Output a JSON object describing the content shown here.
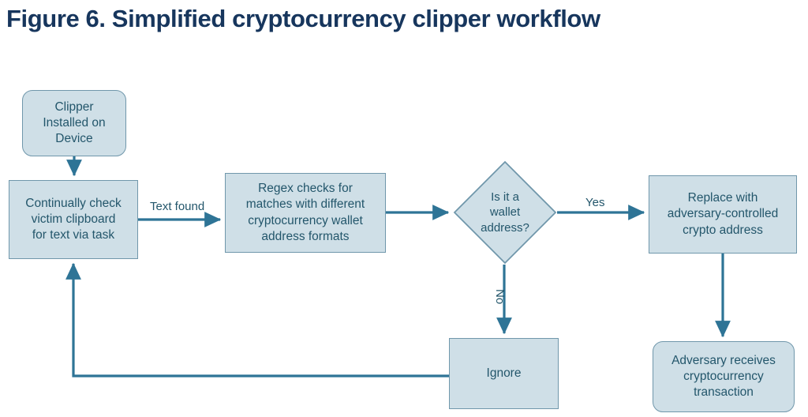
{
  "figure": {
    "title": "Figure 6. Simplified cryptocurrency clipper workflow",
    "title_color": "#17365d",
    "background_color": "#ffffff"
  },
  "theme": {
    "node_fill": "#cfdfe7",
    "node_border": "#7097ab",
    "node_text": "#23566b",
    "connector": "#2e7496"
  },
  "diagram": {
    "type": "flowchart",
    "nodes": [
      {
        "id": "clipper-installed",
        "shape": "rounded-rectangle",
        "label": "Clipper\nInstalled on\nDevice"
      },
      {
        "id": "continually-check",
        "shape": "rectangle",
        "label": "Continually check\nvictim clipboard\nfor text via task"
      },
      {
        "id": "regex-checks",
        "shape": "rectangle",
        "label": "Regex checks for\nmatches with different\ncryptocurrency wallet\naddress formats"
      },
      {
        "id": "wallet-decision",
        "shape": "diamond",
        "label": "Is it a\nwallet\naddress?"
      },
      {
        "id": "replace-address",
        "shape": "rectangle",
        "label": "Replace with\nadversary-controlled\ncrypto address"
      },
      {
        "id": "ignore",
        "shape": "rectangle",
        "label": "Ignore"
      },
      {
        "id": "adversary-receives",
        "shape": "rounded-rectangle",
        "label": "Adversary receives\ncryptocurrency\ntransaction"
      }
    ],
    "edges": [
      {
        "id": "clipper-to-check",
        "from": "clipper-installed",
        "to": "continually-check",
        "label": ""
      },
      {
        "id": "check-to-regex",
        "from": "continually-check",
        "to": "regex-checks",
        "label": "Text found"
      },
      {
        "id": "regex-to-decision",
        "from": "regex-checks",
        "to": "wallet-decision",
        "label": ""
      },
      {
        "id": "decision-to-replace",
        "from": "wallet-decision",
        "to": "replace-address",
        "label": "Yes"
      },
      {
        "id": "decision-to-ignore",
        "from": "wallet-decision",
        "to": "ignore",
        "label": "No"
      },
      {
        "id": "replace-to-adversary",
        "from": "replace-address",
        "to": "adversary-receives",
        "label": ""
      },
      {
        "id": "ignore-to-check",
        "from": "ignore",
        "to": "continually-check",
        "label": ""
      }
    ]
  }
}
